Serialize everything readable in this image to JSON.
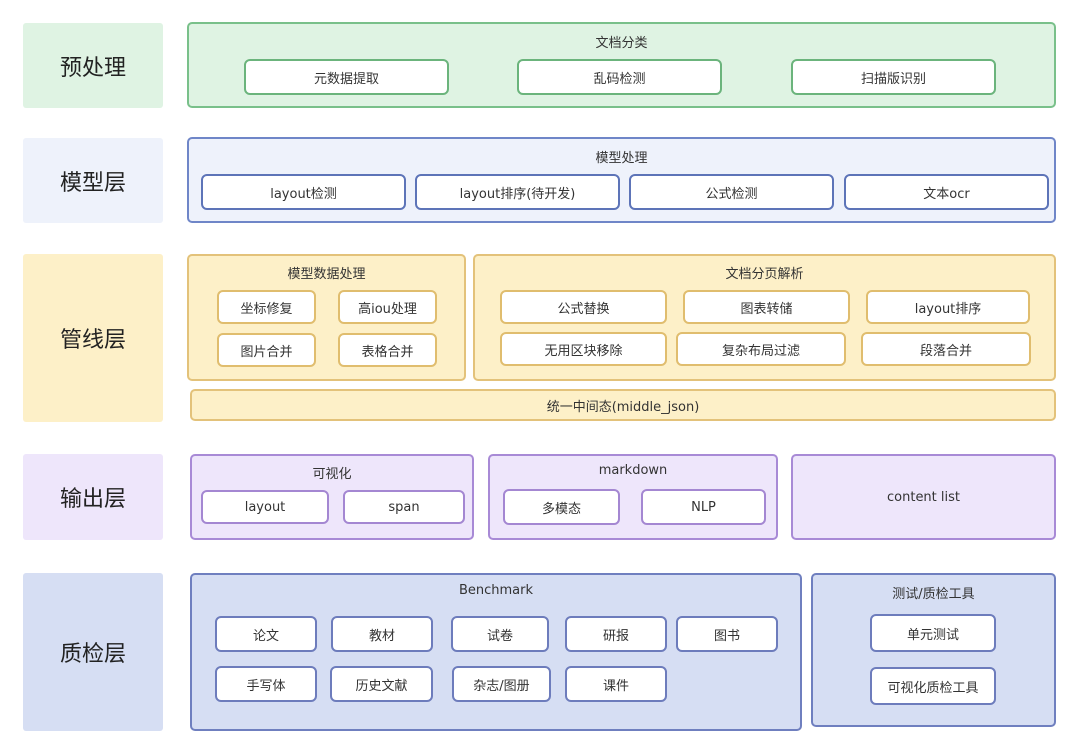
{
  "layers": {
    "preprocess": {
      "label": "预处理",
      "group_title": "文档分类",
      "items": [
        "元数据提取",
        "乱码检测",
        "扫描版识别"
      ]
    },
    "model": {
      "label": "模型层",
      "group_title": "模型处理",
      "items": [
        "layout检测",
        "layout排序(待开发)",
        "公式检测",
        "文本ocr"
      ]
    },
    "pipeline": {
      "label": "管线层",
      "model_data": {
        "title": "模型数据处理",
        "items": [
          "坐标修复",
          "高iou处理",
          "图片合并",
          "表格合并"
        ]
      },
      "page_parse": {
        "title": "文档分页解析",
        "items": [
          "公式替换",
          "图表转储",
          "layout排序",
          "无用区块移除",
          "复杂布局过滤",
          "段落合并"
        ]
      },
      "middle": "统一中间态(middle_json)"
    },
    "output": {
      "label": "输出层",
      "visual": {
        "title": "可视化",
        "items": [
          "layout",
          "span"
        ]
      },
      "markdown": {
        "title": "markdown",
        "items": [
          "多模态",
          "NLP"
        ]
      },
      "content_list": "content list"
    },
    "qa": {
      "label": "质检层",
      "benchmark": {
        "title": "Benchmark",
        "items": [
          "论文",
          "教材",
          "试卷",
          "研报",
          "图书",
          "手写体",
          "历史文献",
          "杂志/图册",
          "课件"
        ]
      },
      "tools": {
        "title": "测试/质检工具",
        "items": [
          "单元测试",
          "可视化质检工具"
        ]
      }
    }
  },
  "colors": {
    "green": "#dff3e3",
    "blue": "#eef2fb",
    "orange": "#fdf0c8",
    "purple": "#eee6fb",
    "indigo": "#d6def3"
  }
}
